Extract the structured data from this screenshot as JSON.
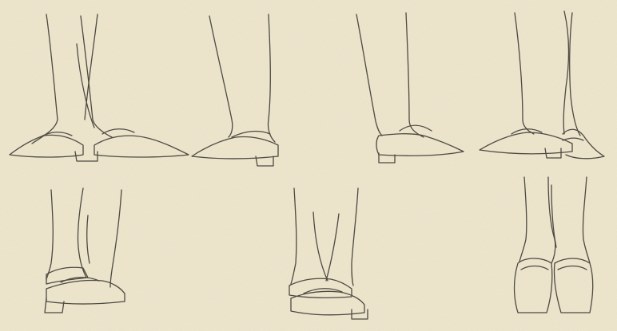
{
  "bleed_text": {
    "line1": "",
    "line2": "",
    "line3": "",
    "line4": ""
  },
  "colors": {
    "paper": "#f0e8cf",
    "ink": "#4d4a42",
    "bleed": "#8f8a78"
  },
  "figures": [
    {
      "id": "fig-1",
      "subject": "feet-together-toes-turned-out"
    },
    {
      "id": "fig-2",
      "subject": "right-foot-side-view"
    },
    {
      "id": "fig-3",
      "subject": "foot-side-view-toe-pointed"
    },
    {
      "id": "fig-4",
      "subject": "crossed-feet-side-view"
    },
    {
      "id": "fig-5",
      "subject": "fifth-position-feet"
    },
    {
      "id": "fig-6",
      "subject": "feet-crossed-front-view"
    },
    {
      "id": "fig-7",
      "subject": "feet-en-pointe-front-view"
    }
  ]
}
